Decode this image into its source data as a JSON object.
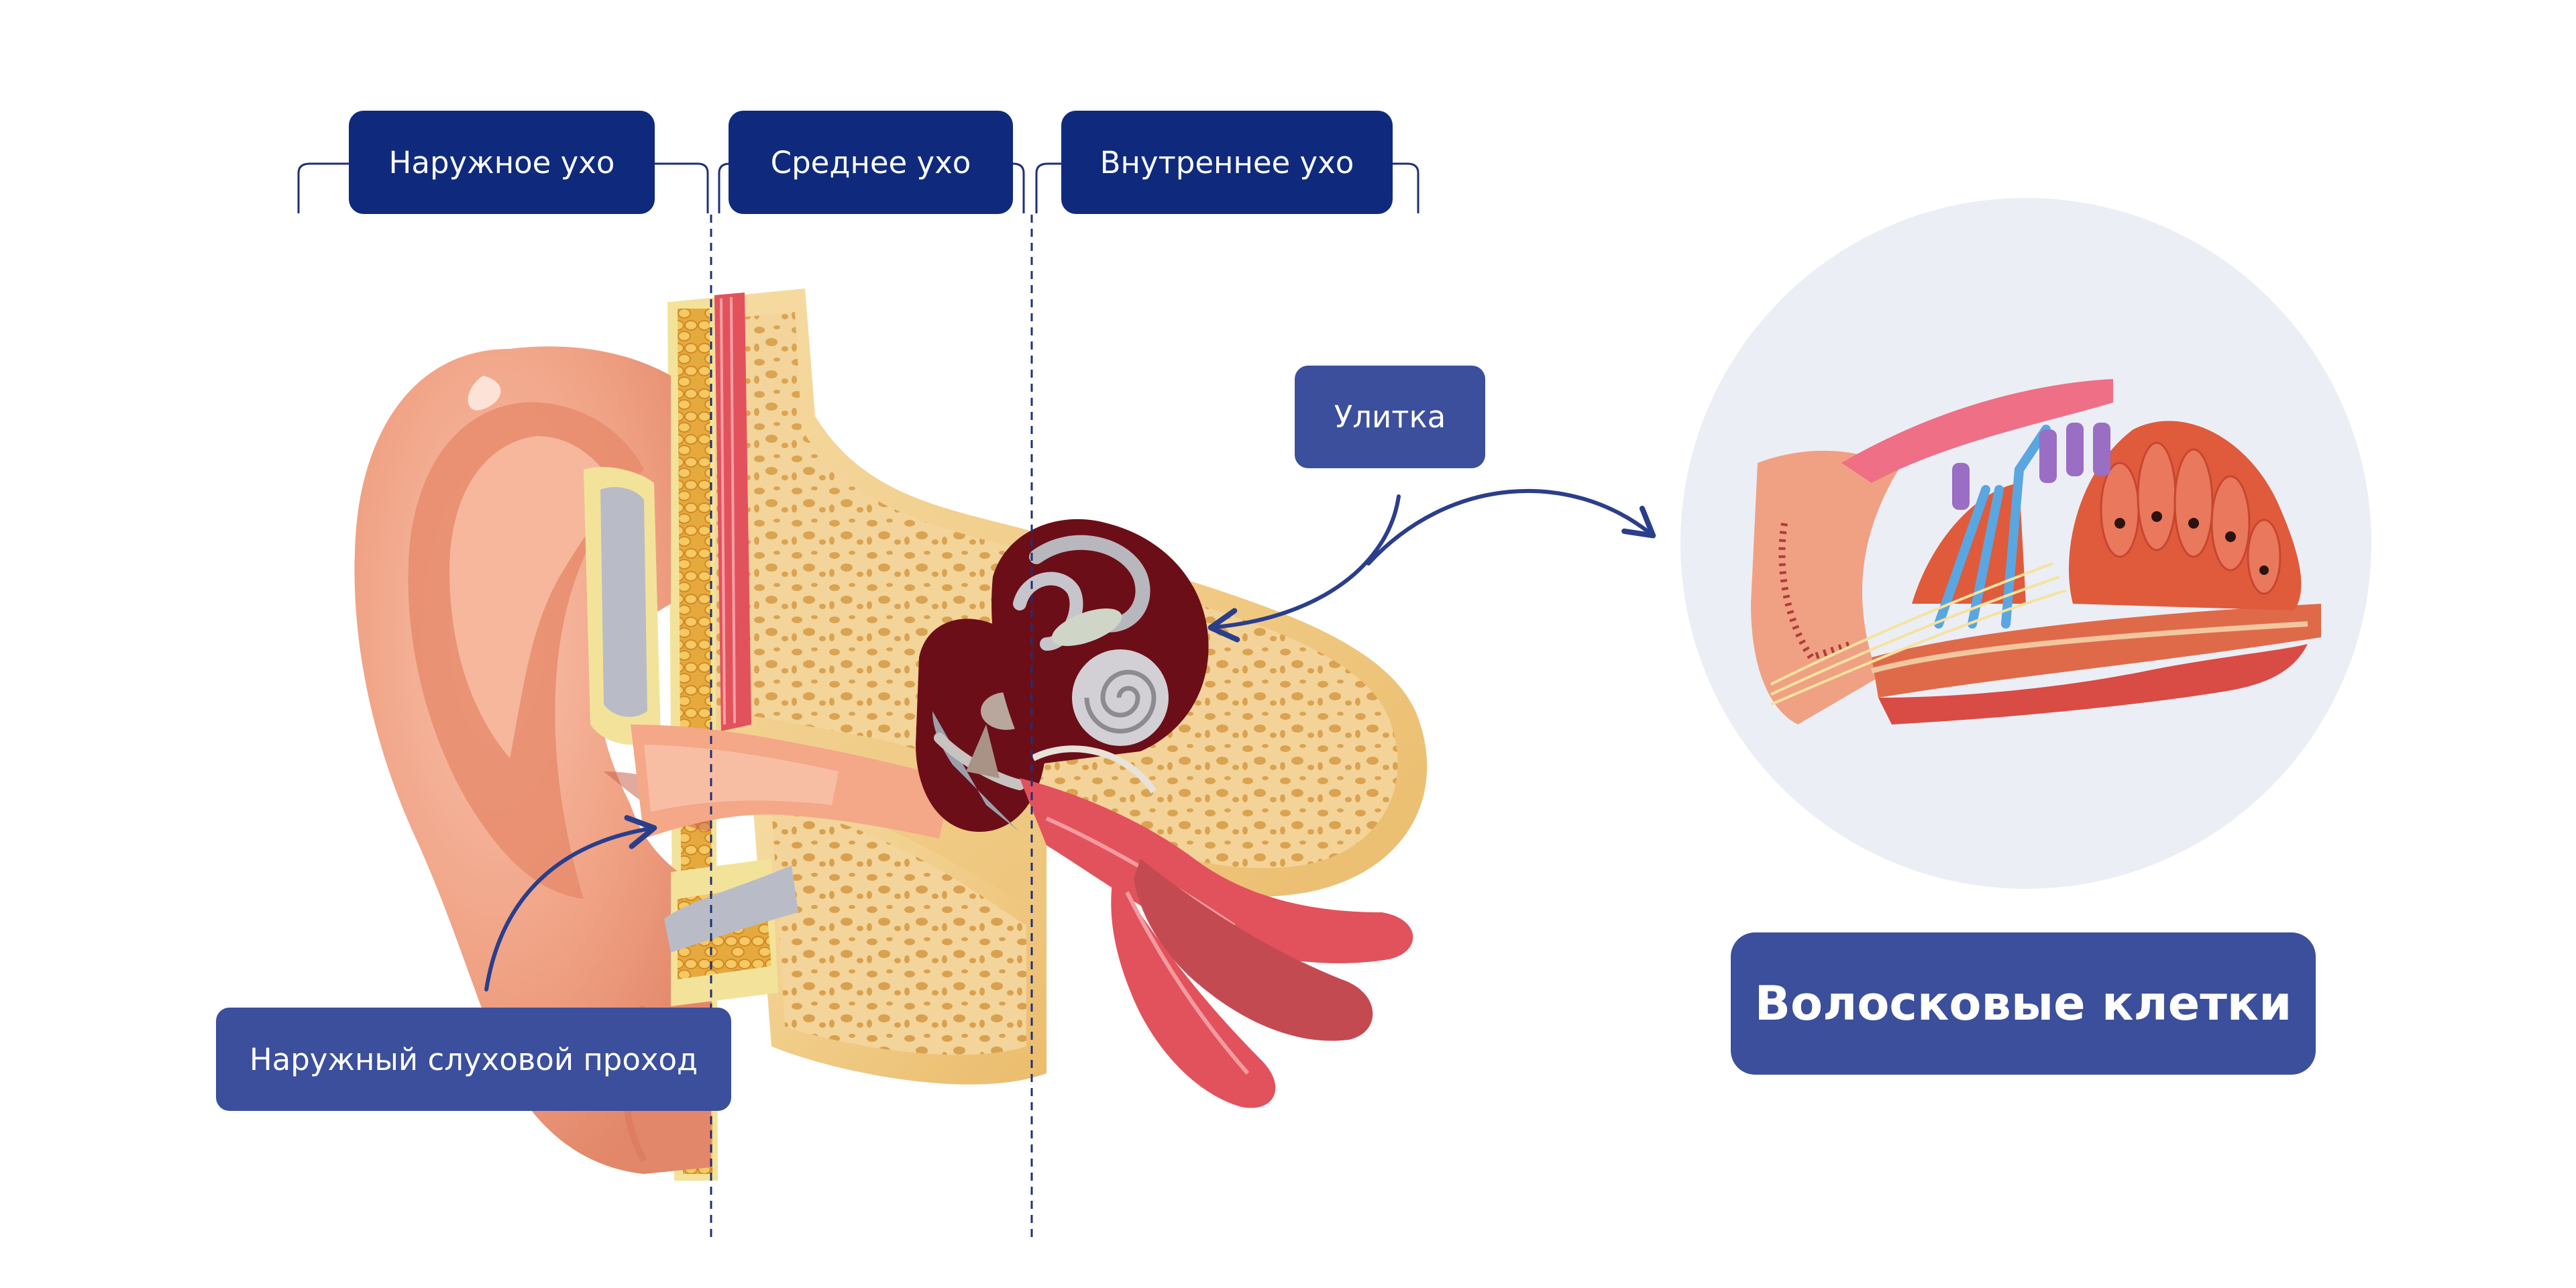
{
  "regions": {
    "outer_ear": "Наружное ухо",
    "middle_ear": "Среднее ухо",
    "inner_ear": "Внутреннее ухо"
  },
  "callouts": {
    "cochlea": "Улитка",
    "ear_canal": "Наружный слуховой проход",
    "hair_cells": "Волосковые клетки"
  },
  "colors": {
    "label_dark": "#0f2a7d",
    "label_mid": "#3b4f9c",
    "skin": "#f2a58a",
    "bone": "#f2cf8e",
    "muscle": "#e2525c",
    "inset_bg": "#eceef5"
  }
}
